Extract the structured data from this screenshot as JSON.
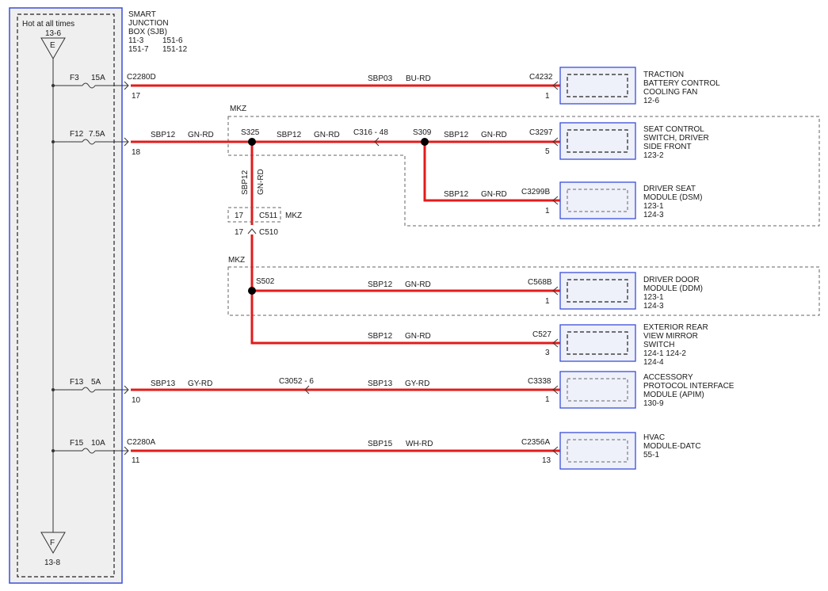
{
  "sjb": {
    "name_lines": [
      "SMART",
      "JUNCTION",
      "BOX (SJB)"
    ],
    "refs_row1": [
      "11-3",
      "151-6"
    ],
    "refs_row2": [
      "151-7",
      "151-12"
    ],
    "hot_label": "Hot at all times",
    "hot_ref": "13-6",
    "term_top": "E",
    "term_bottom": "F",
    "bottom_ref": "13-8"
  },
  "fuses": [
    {
      "id": "F3",
      "rating": "15A"
    },
    {
      "id": "F12",
      "rating": "7.5A"
    },
    {
      "id": "F13",
      "rating": "5A"
    },
    {
      "id": "F15",
      "rating": "10A"
    }
  ],
  "sjb_connectors": [
    {
      "name": "C2280D",
      "pin": "17"
    },
    {
      "name": "",
      "pin": "18"
    },
    {
      "name": "",
      "pin": "10"
    },
    {
      "name": "C2280A",
      "pin": "11"
    }
  ],
  "circuits": {
    "sbp03": "SBP03",
    "bu_rd": "BU-RD",
    "sbp12": "SBP12",
    "gn_rd": "GN-RD",
    "sbp13": "SBP13",
    "gy_rd": "GY-RD",
    "sbp15": "SBP15",
    "wh_rd": "WH-RD"
  },
  "splices": [
    "S325",
    "S309",
    "S502"
  ],
  "inline_connectors": [
    "C316 - 48",
    "C3052 - 6"
  ],
  "c510": {
    "pin": "17",
    "name": "C510",
    "c511_pin": "17",
    "c511_name": "C511",
    "tag": "MKZ"
  },
  "mkz_labels": [
    "MKZ",
    "MKZ"
  ],
  "components": [
    {
      "connector": "C4232",
      "pin": "1",
      "lines": [
        "TRACTION",
        "BATTERY CONTROL",
        "COOLING FAN",
        "12-6"
      ]
    },
    {
      "connector": "C3297",
      "pin": "5",
      "lines": [
        "SEAT CONTROL",
        "SWITCH, DRIVER",
        "SIDE FRONT",
        "123-2"
      ]
    },
    {
      "connector": "C3299B",
      "pin": "1",
      "lines": [
        "DRIVER SEAT",
        "MODULE (DSM)",
        "123-1",
        "124-3"
      ]
    },
    {
      "connector": "C568B",
      "pin": "1",
      "lines": [
        "DRIVER DOOR",
        "MODULE (DDM)",
        "123-1",
        "124-3"
      ]
    },
    {
      "connector": "C527",
      "pin": "3",
      "lines": [
        "EXTERIOR REAR",
        "VIEW MIRROR",
        "SWITCH",
        "124-1   124-2",
        "124-4"
      ]
    },
    {
      "connector": "C3338",
      "pin": "1",
      "lines": [
        "ACCESSORY",
        "PROTOCOL INTERFACE",
        "MODULE (APIM)",
        "130-9"
      ]
    },
    {
      "connector": "C2356A",
      "pin": "13",
      "lines": [
        "HVAC",
        "MODULE-DATC",
        "55-1"
      ]
    }
  ],
  "colors": {
    "wire": "#e31b1b",
    "box_border": "#3a4fd8",
    "sjb_fill": "#efefef"
  }
}
